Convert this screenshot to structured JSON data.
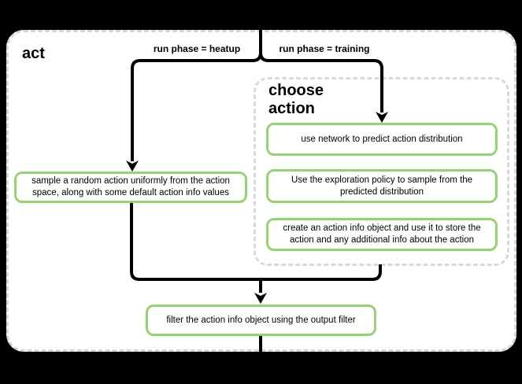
{
  "colors": {
    "background": "#000000",
    "canvas_fill": "#ffffff",
    "node_border_green": "#97d077",
    "container_dash_gray": "#d6d6d6",
    "edge_black": "#000000",
    "text": "#000000"
  },
  "diagram": {
    "title": "act",
    "branch_labels": {
      "heatup": "run phase = heatup",
      "training": "run phase = training"
    },
    "subprocess": {
      "title": "choose action",
      "steps": [
        "use network to predict action distribution",
        "Use the exploration policy to sample from the predicted distribution",
        "create an action info object and use it to store the action and any additional info about the action"
      ]
    },
    "nodes": {
      "sample_random_action": "sample a random action uniformly from the action space, along with some default action info values",
      "filter_action_info": "filter the action info object using the output filter"
    }
  }
}
